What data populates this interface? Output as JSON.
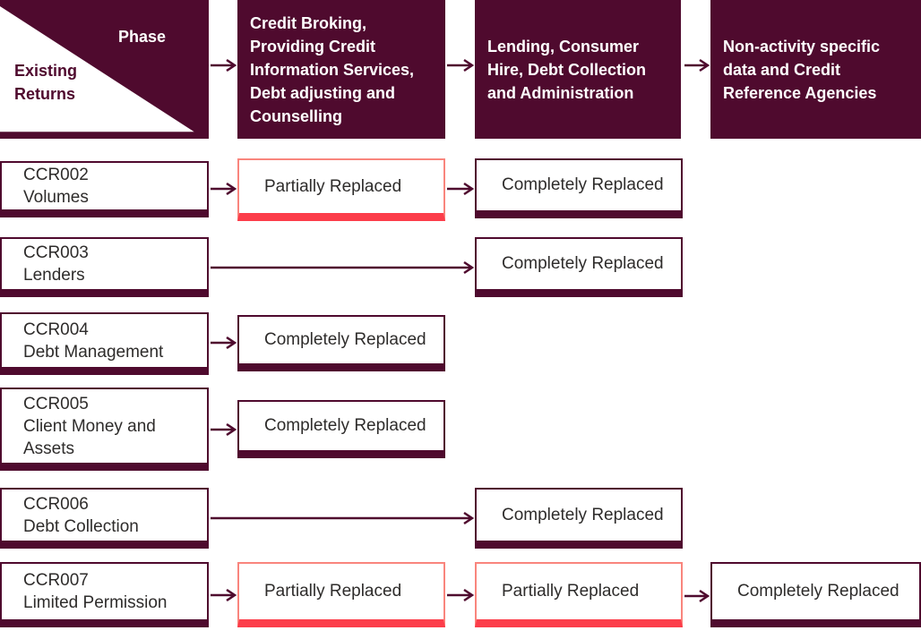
{
  "palette": {
    "maroon": "#4f0a2e",
    "red": "#fc3d4a",
    "salmon_border": "#f9857d",
    "text_dark": "#2e2c2b",
    "background": "#ffffff"
  },
  "header": {
    "phase_label": "Phase",
    "existing_returns_label": "Existing Returns",
    "phases": [
      "Credit Broking, Providing Credit Information Services, Debt adjusting and Counselling",
      "Lending, Consumer Hire, Debt Collection and Administration",
      "Non-activity specific data and Credit Reference Agencies"
    ]
  },
  "rows": [
    {
      "code": "CCR002",
      "name": "Volumes",
      "statuses": [
        {
          "phase": 1,
          "label": "Partially Replaced",
          "type": "partial"
        },
        {
          "phase": 2,
          "label": "Completely Replaced",
          "type": "complete"
        }
      ]
    },
    {
      "code": "CCR003",
      "name": "Lenders",
      "statuses": [
        {
          "phase": 2,
          "label": "Completely Replaced",
          "type": "complete"
        }
      ]
    },
    {
      "code": "CCR004",
      "name": "Debt Management",
      "statuses": [
        {
          "phase": 1,
          "label": "Completely Replaced",
          "type": "complete"
        }
      ]
    },
    {
      "code": "CCR005",
      "name": "Client Money and Assets",
      "statuses": [
        {
          "phase": 1,
          "label": "Completely Replaced",
          "type": "complete"
        }
      ]
    },
    {
      "code": "CCR006",
      "name": "Debt Collection",
      "statuses": [
        {
          "phase": 2,
          "label": "Completely Replaced",
          "type": "complete"
        }
      ]
    },
    {
      "code": "CCR007",
      "name": "Limited Permission",
      "statuses": [
        {
          "phase": 1,
          "label": "Partially Replaced",
          "type": "partial"
        },
        {
          "phase": 2,
          "label": "Partially Replaced",
          "type": "partial"
        },
        {
          "phase": 3,
          "label": "Completely Replaced",
          "type": "complete"
        }
      ]
    }
  ]
}
